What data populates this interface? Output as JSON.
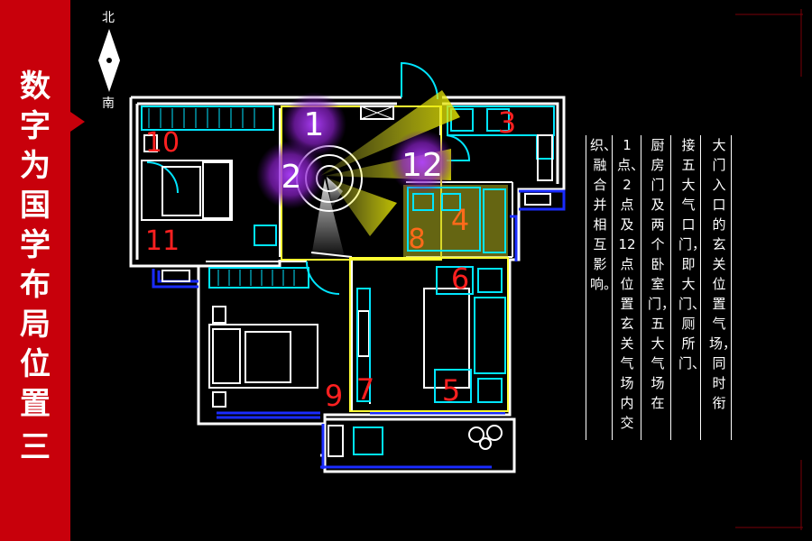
{
  "sidebar": {
    "title_chars": [
      "数",
      "字",
      "为",
      "国",
      "学",
      "布",
      "局",
      "位",
      "置"
    ],
    "numeral": "三"
  },
  "compass": {
    "north": "北",
    "south": "南"
  },
  "zone_labels": [
    {
      "text": "1",
      "color": "#ffffff"
    },
    {
      "text": "2",
      "color": "#ffffff"
    },
    {
      "text": "12",
      "color": "#ffffff"
    },
    {
      "text": "3",
      "color": "#ff2020"
    },
    {
      "text": "10",
      "color": "#ff2020"
    },
    {
      "text": "11",
      "color": "#ff2020"
    },
    {
      "text": "4",
      "color": "#ff6a1a"
    },
    {
      "text": "8",
      "color": "#ff6a1a"
    },
    {
      "text": "6",
      "color": "#ff2020"
    },
    {
      "text": "7",
      "color": "#ff2020"
    },
    {
      "text": "9",
      "color": "#ff2020"
    },
    {
      "text": "5",
      "color": "#ff2020"
    }
  ],
  "description_columns": [
    "大门入口的玄关位置气场，同时衔",
    "接五大气口门，即大门、厕所门、",
    "厨房门及两个卧室门，五大气场在",
    "1点、2点及12点位置玄关气场内交",
    "织、融合并相互影响。"
  ],
  "colors": {
    "sidebar": "#c8000b",
    "wall": "#ffffff",
    "furniture": "#00e5ff",
    "zone_outline": "#ffff33",
    "glow": "#9a2bd6",
    "beam": "#e8e800",
    "balcony": "#1a2cff"
  }
}
